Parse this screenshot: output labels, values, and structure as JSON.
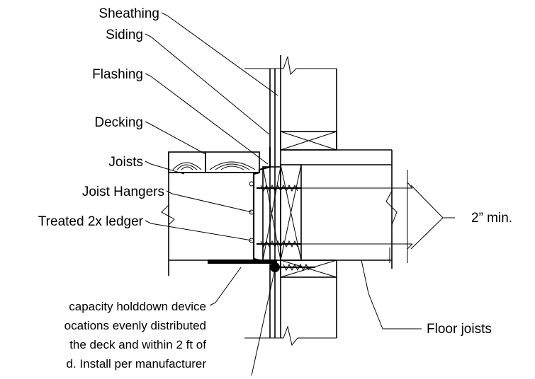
{
  "diagram": {
    "labels": {
      "sheathing": "Sheathing",
      "siding": "Siding",
      "flashing": "Flashing",
      "decking": "Decking",
      "joists": "Joists",
      "joist_hangers": "Joist Hangers",
      "ledger": "Treated 2x ledger",
      "min_spacing": "2” min.",
      "floor_joists": "Floor joists"
    },
    "note_lines": [
      "capacity holddown device",
      "ocations evenly distributed",
      "the deck and within 2 ft of",
      "d. Install per manufacturer"
    ]
  }
}
